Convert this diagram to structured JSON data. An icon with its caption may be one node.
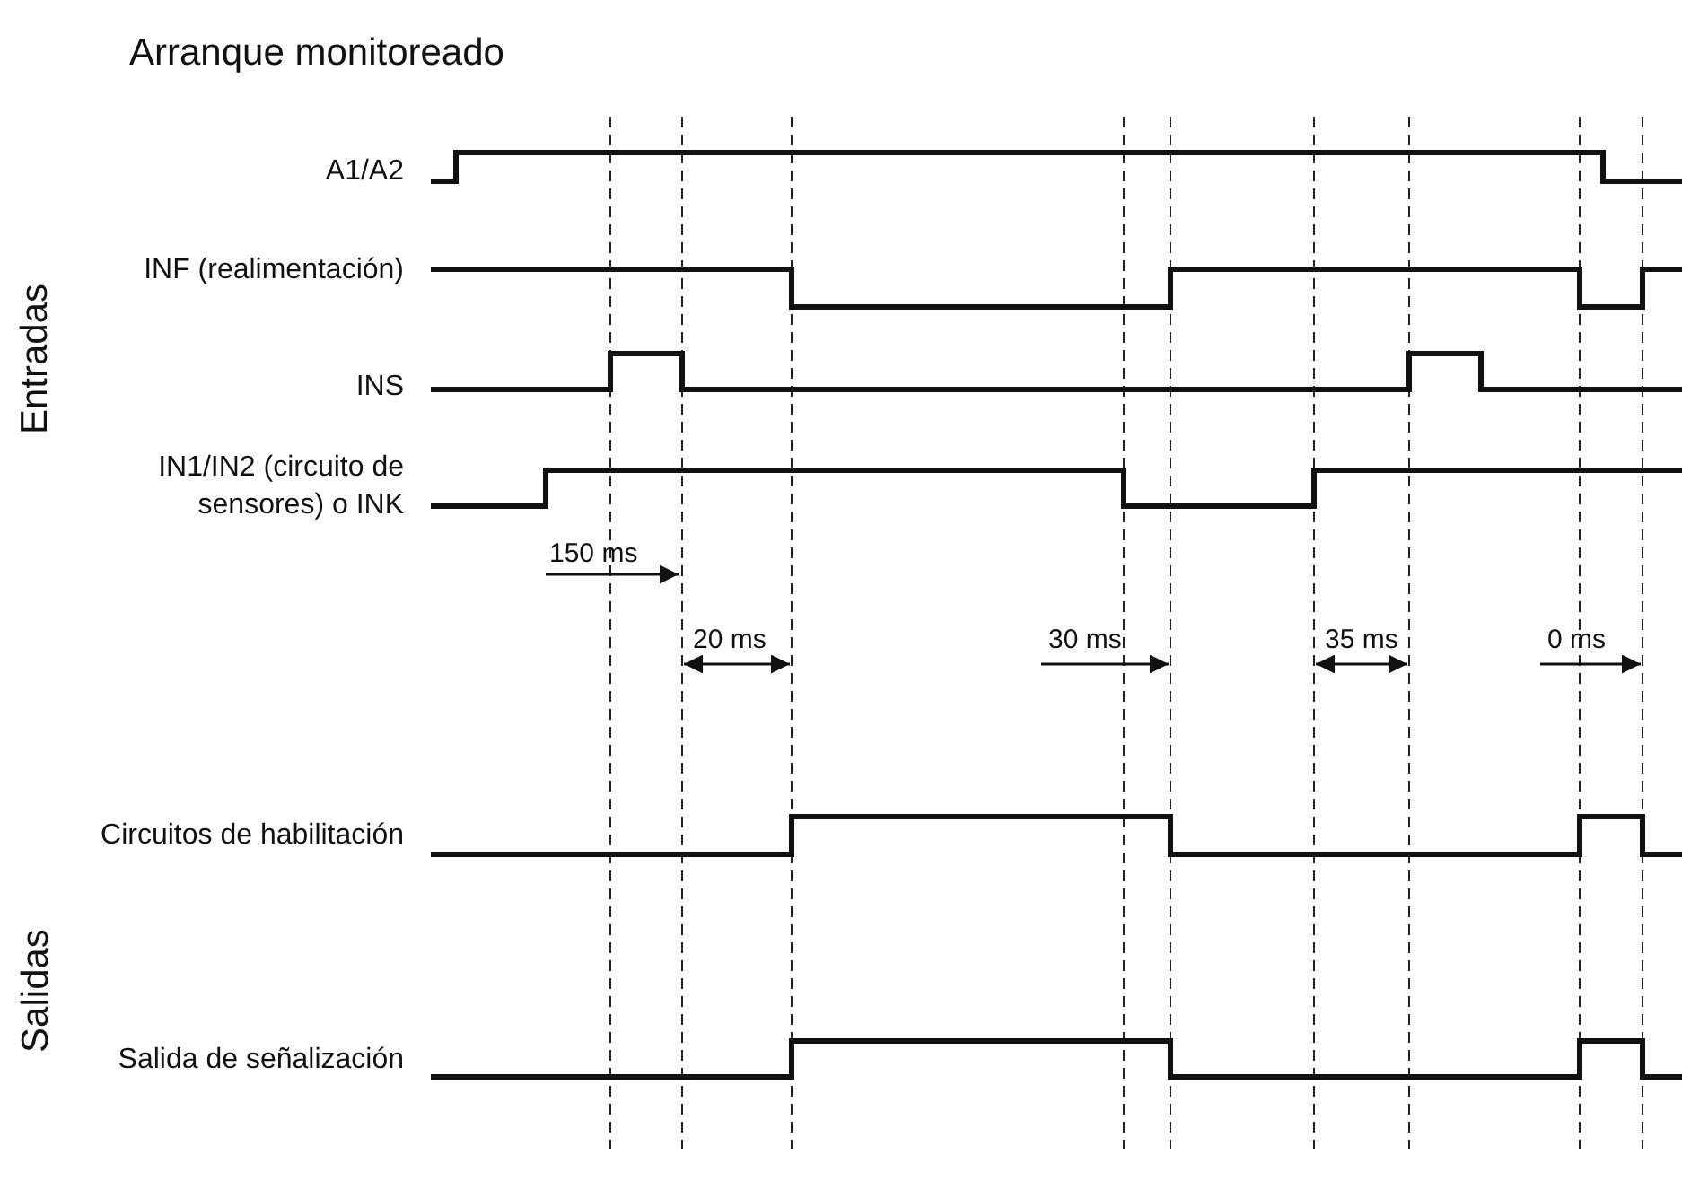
{
  "diagram": {
    "title": "Arranque monitoreado",
    "labels": [
      "Entradas",
      "A1/A2",
      "INF (realimentación)",
      "INS",
      "IN1/IN2 (circuito de sensores) o INK",
      "150 ms",
      "20 ms",
      "30 ms",
      "35 ms",
      "0 ms",
      "Salidas",
      "Circuitos de habilitación",
      "Salida de señalización"
    ]
  }
}
